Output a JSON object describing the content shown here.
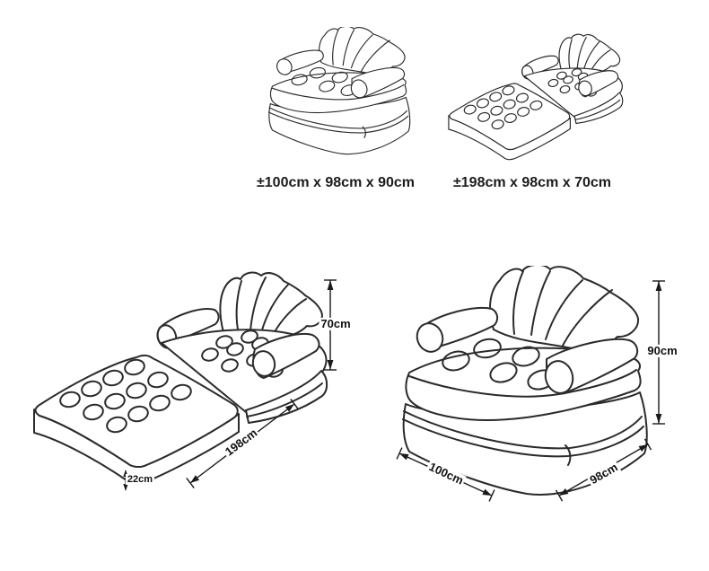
{
  "illustration": {
    "background": "#ffffff",
    "line_color": "#2b2b2b",
    "views": {
      "sofa_small": {
        "caption": "±100cm x 98cm x 90cm"
      },
      "bed_small": {
        "caption": "±198cm x 98cm x 70cm"
      }
    },
    "dimensions": {
      "bed": {
        "height": "70cm",
        "length": "198cm",
        "mattress_thickness": "22cm"
      },
      "sofa": {
        "height": "90cm",
        "width": "100cm",
        "depth": "98cm"
      }
    }
  }
}
